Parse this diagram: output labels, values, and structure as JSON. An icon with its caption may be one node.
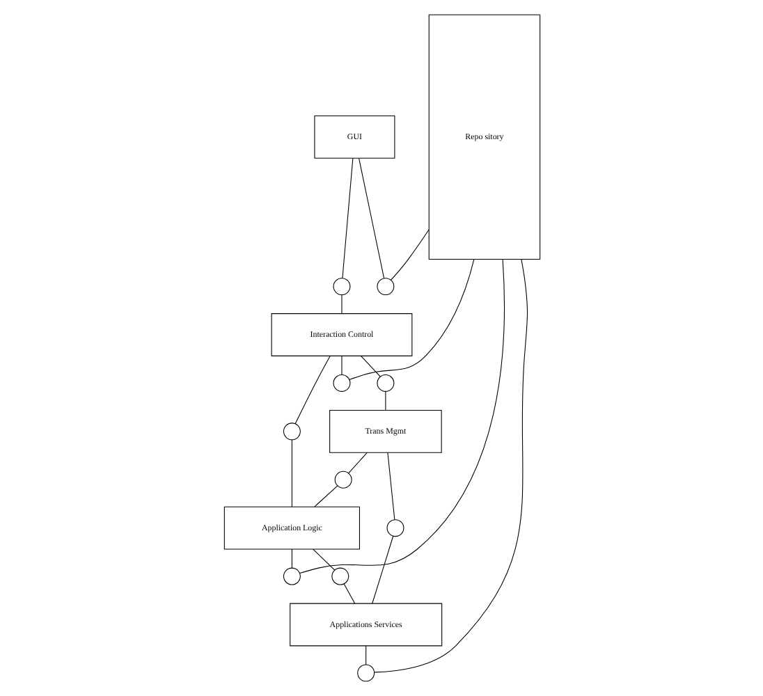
{
  "diagram": {
    "nodes": [
      {
        "text": [
          "GUI"
        ]
      },
      {
        "text": [],
        "shape": "circle"
      },
      {
        "text": [
          "Repo sitory"
        ]
      },
      {
        "text": [],
        "shape": "circle"
      },
      {
        "text": [
          "Interaction Control"
        ]
      },
      {
        "text": [],
        "shape": "circle"
      },
      {
        "text": [],
        "shape": "circle"
      },
      {
        "text": [],
        "shape": "circle"
      },
      {
        "text": [
          "Trans Mgmt"
        ]
      },
      {
        "text": [],
        "shape": "circle"
      },
      {
        "text": [
          "Application Logic"
        ]
      },
      {
        "text": [],
        "shape": "circle"
      },
      {
        "text": [],
        "shape": "circle"
      },
      {
        "text": [],
        "shape": "circle"
      },
      {
        "text": [
          "Applications Services"
        ]
      },
      {
        "text": [],
        "shape": "circle"
      }
    ],
    "edges": [
      {
        "from": 0,
        "to": 1,
        "arrow": "none"
      },
      {
        "from": 1,
        "to": 2,
        "arrow": "none"
      },
      {
        "from": 0,
        "to": 3,
        "arrow": "none"
      },
      {
        "from": 3,
        "to": 4,
        "arrow": "none"
      },
      {
        "from": 4,
        "to": 5,
        "arrow": "none"
      },
      {
        "from": 5,
        "to": 2,
        "arrow": "none"
      },
      {
        "from": 4,
        "to": 6,
        "arrow": "none"
      },
      {
        "from": 6,
        "to": 8,
        "arrow": "none"
      },
      {
        "from": 4,
        "to": 7,
        "arrow": "none"
      },
      {
        "from": 7,
        "to": 10,
        "arrow": "none"
      },
      {
        "from": 8,
        "to": 9,
        "arrow": "none"
      },
      {
        "from": 9,
        "to": 10,
        "arrow": "none"
      },
      {
        "from": 10,
        "to": 11,
        "arrow": "none"
      },
      {
        "from": 11,
        "to": 2,
        "arrow": "none"
      },
      {
        "from": 10,
        "to": 12,
        "arrow": "none"
      },
      {
        "from": 12,
        "to": 14,
        "arrow": "none"
      },
      {
        "from": 8,
        "to": 13,
        "arrow": "none"
      },
      {
        "from": 13,
        "to": 14,
        "arrow": "none"
      },
      {
        "from": 14,
        "to": 15,
        "arrow": "none"
      },
      {
        "from": 15,
        "to": 2,
        "arrow": "none"
      }
    ]
  }
}
